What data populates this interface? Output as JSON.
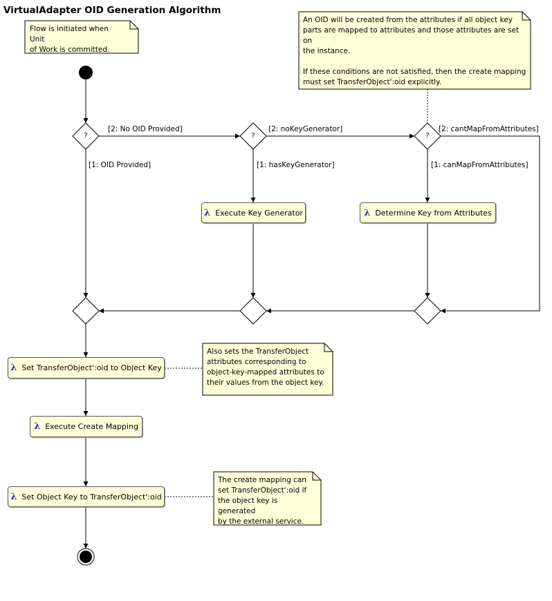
{
  "title": "VirtualAdapter OID Generation Algorithm",
  "notes": {
    "flow_start": "Flow is initiated when Unit\nof Work is committed.",
    "oid_created": "An OID will be created from the attributes if all object key\nparts are mapped to attributes and those attributes are set on\nthe instance.\n\nIf these conditions are not satisfied, then the create mapping\nmust set TransferObject':oid explicitly.",
    "also_sets": "Also sets the TransferObject\nattributes corresponding to\nobject-key-mapped attributes to\ntheir values from the object key.",
    "create_mapping": "The create mapping can\nset TransferObject':oid if\nthe object key is generated\nby the external service."
  },
  "actions": {
    "execute_key_generator": "Execute Key Generator",
    "determine_key": "Determine Key from Attributes",
    "set_oid": "Set TransferObject':oid to Object Key",
    "execute_create_mapping": "Execute Create Mapping",
    "set_object_key": "Set Object Key to TransferObject':oid"
  },
  "lambda_symbol": "λ",
  "decision_symbol": "?",
  "guards": {
    "no_oid": "[2: No OID Provided]",
    "oid_provided": "[1: OID Provided]",
    "no_key_gen": "[2: noKeyGenerator]",
    "has_key_gen": "[1: hasKeyGenerator]",
    "cant_map": "[2: cantMapFromAttributes]",
    "can_map": "[1: canMapFromAttributes]"
  },
  "colors": {
    "note_fill": "#ffffd9",
    "action_fill": "#ffffd9",
    "lambda": "#2222cc",
    "line": "#000000"
  }
}
